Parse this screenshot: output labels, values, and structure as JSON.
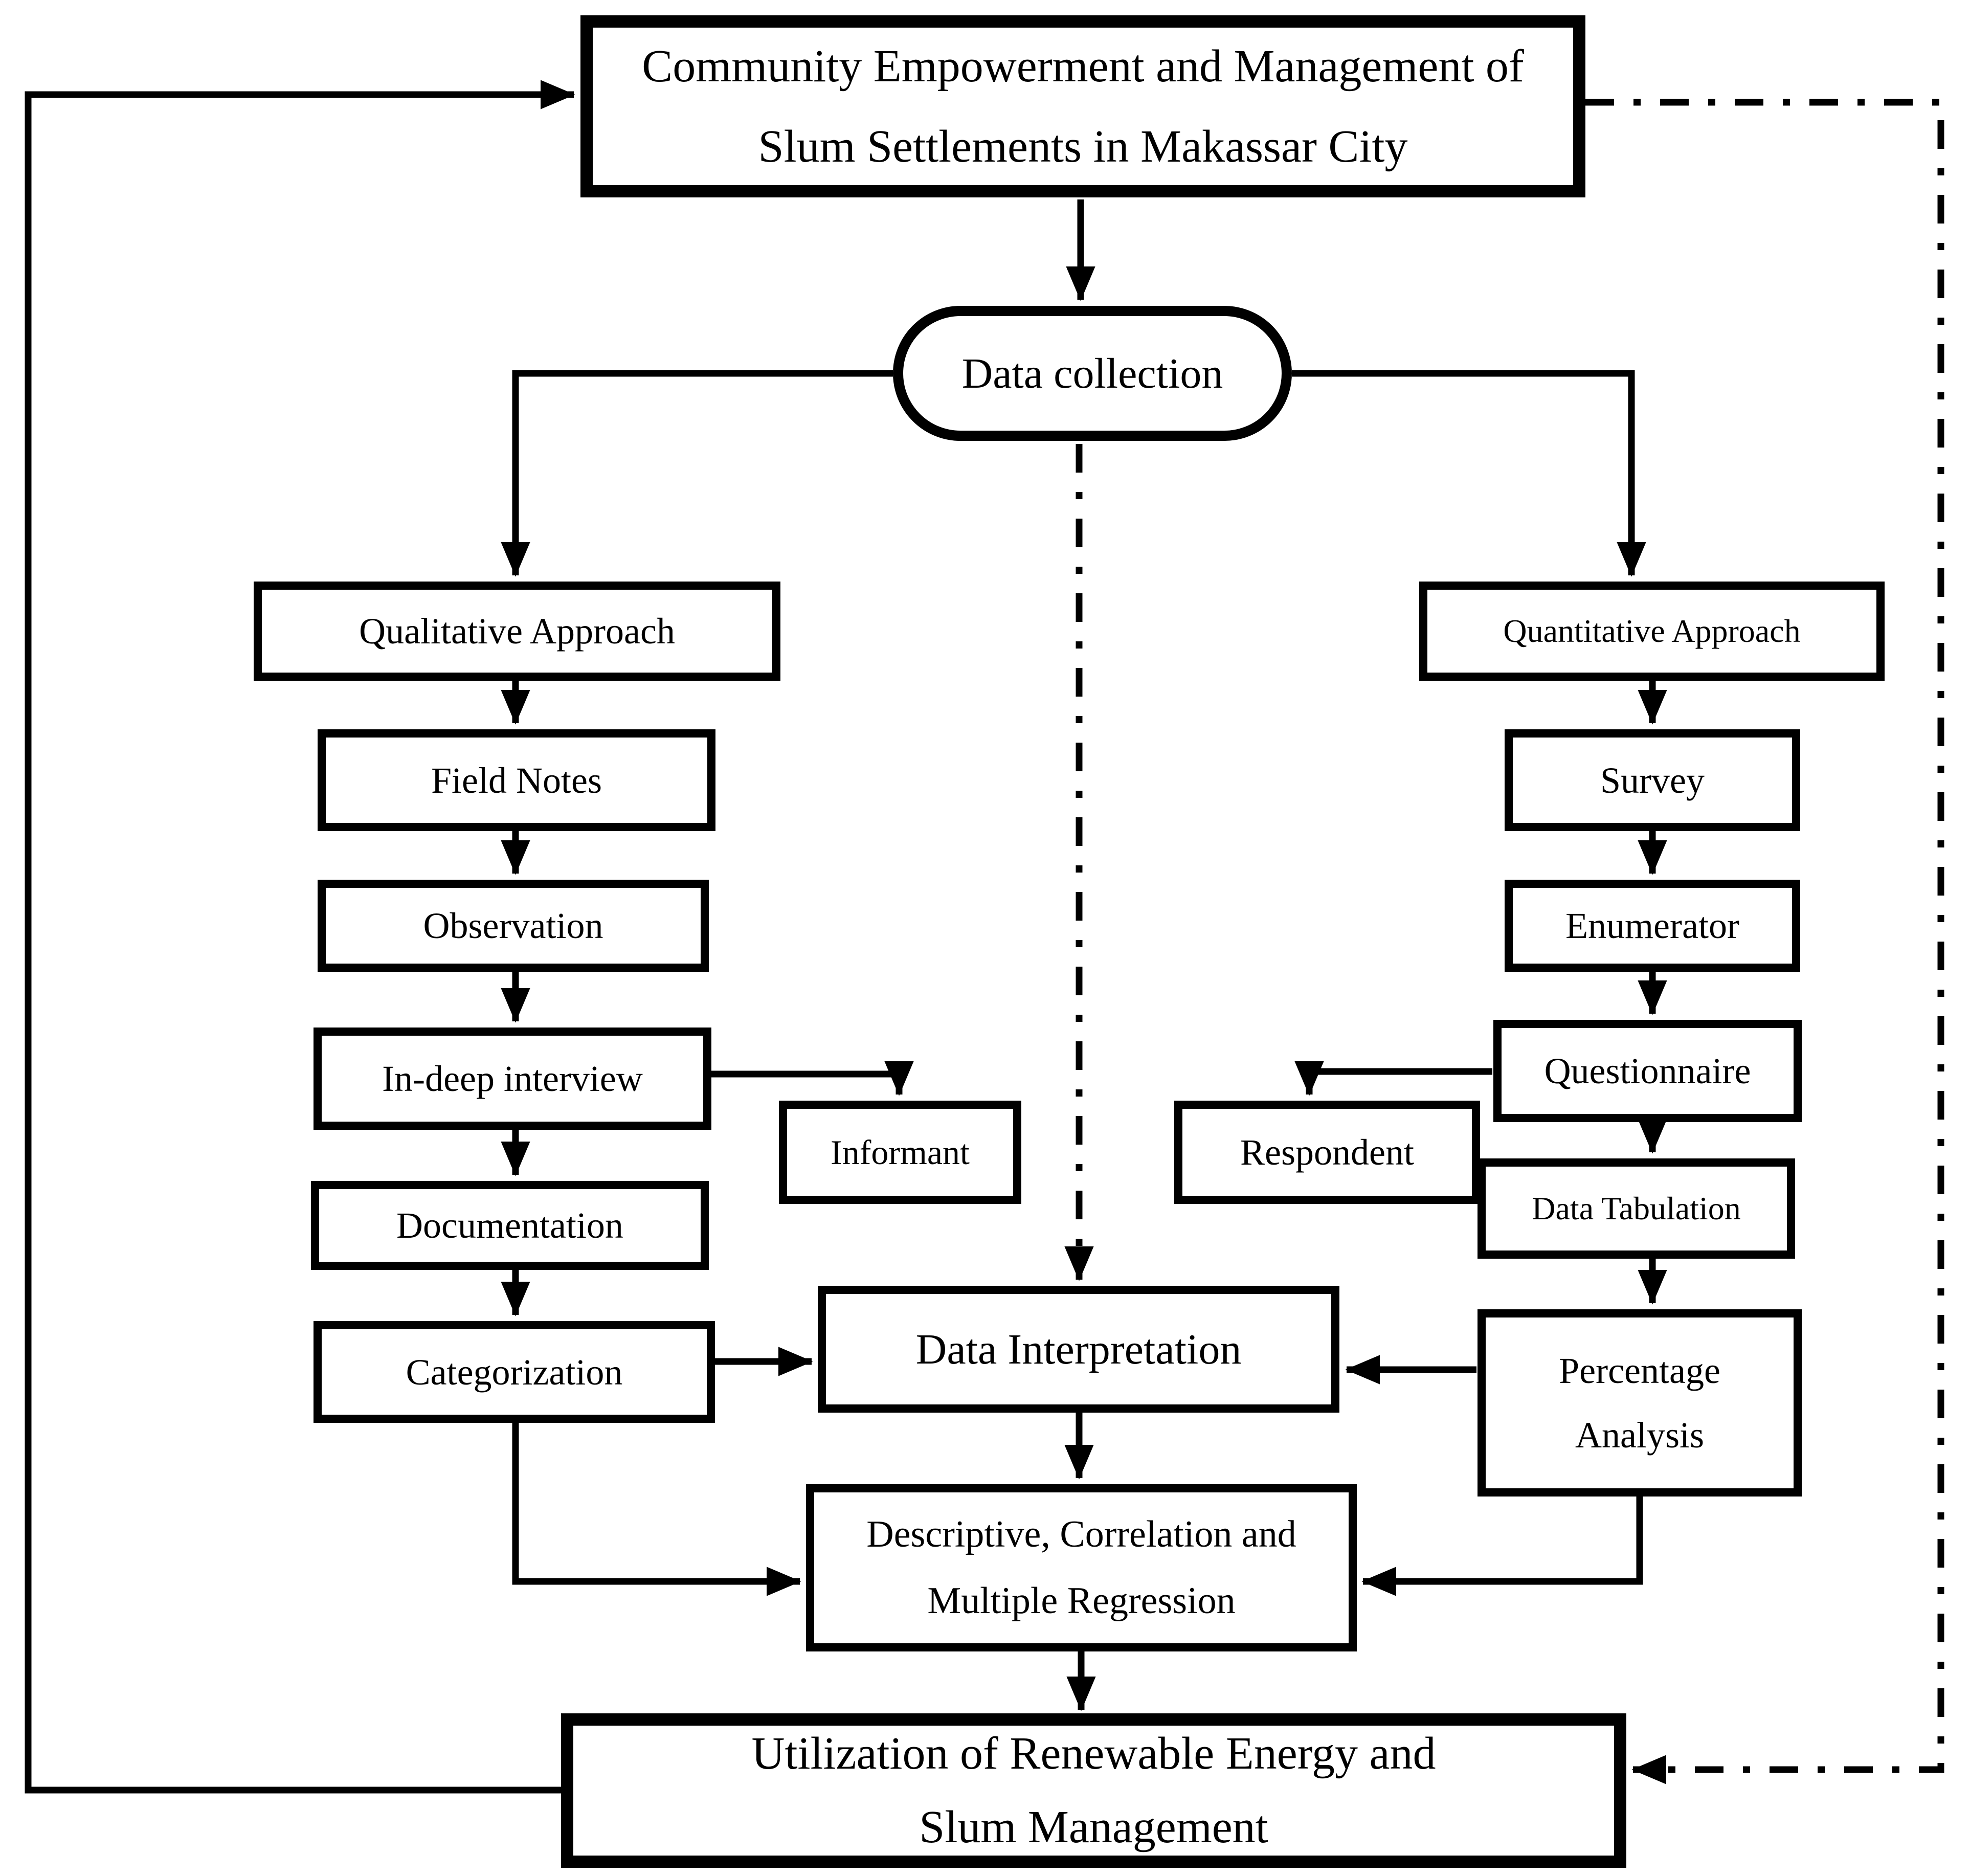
{
  "title": "Research Flowchart",
  "colors": {
    "ink": "#000000",
    "background": "#ffffff"
  },
  "nodes": {
    "top": {
      "lines": [
        "Community Empowerment and Management of",
        "Slum Settlements in Makassar City"
      ]
    },
    "data_collection": {
      "label": "Data collection"
    },
    "qualitative": {
      "label": "Qualitative Approach"
    },
    "field_notes": {
      "label": "Field Notes"
    },
    "observation": {
      "label": "Observation"
    },
    "in_deep_interview": {
      "label": "In-deep interview"
    },
    "documentation": {
      "label": "Documentation"
    },
    "categorization": {
      "label": "Categorization"
    },
    "informant": {
      "label": "Informant"
    },
    "respondent": {
      "label": "Respondent"
    },
    "quantitative": {
      "label": "Quantitative Approach"
    },
    "survey": {
      "label": "Survey"
    },
    "enumerator": {
      "label": "Enumerator"
    },
    "questionnaire": {
      "label": "Questionnaire"
    },
    "data_tabulation": {
      "label": "Data Tabulation"
    },
    "percentage_analysis": {
      "lines": [
        "Percentage",
        "Analysis"
      ]
    },
    "data_interpretation": {
      "label": "Data Interpretation"
    },
    "descriptive": {
      "lines": [
        "Descriptive, Correlation and",
        "Multiple Regression"
      ]
    },
    "bottom": {
      "lines": [
        "Utilization of Renewable Energy and",
        "Slum Management"
      ]
    }
  }
}
